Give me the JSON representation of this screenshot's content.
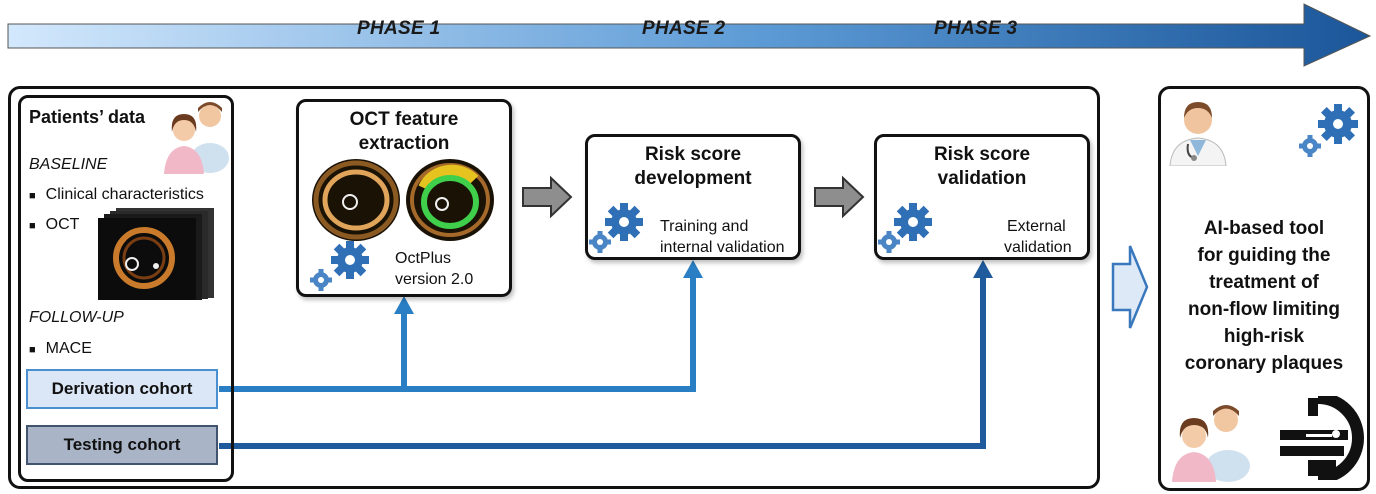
{
  "phases": [
    "PHASE 1",
    "PHASE 2",
    "PHASE 3"
  ],
  "patients": {
    "title": "Patients’ data",
    "baseline_label": "BASELINE",
    "baseline_items": [
      "Clinical characteristics",
      "OCT"
    ],
    "followup_label": "FOLLOW-UP",
    "followup_items": [
      "MACE"
    ]
  },
  "cohorts": {
    "derivation": "Derivation cohort",
    "testing": "Testing cohort"
  },
  "oct_box": {
    "title_line1": "OCT feature",
    "title_line2": "extraction",
    "tool_line1": "OctPlus",
    "tool_line2": "version 2.0"
  },
  "dev_box": {
    "title_line1": "Risk score",
    "title_line2": "development",
    "desc_line1": "Training and",
    "desc_line2": "internal validation"
  },
  "val_box": {
    "title_line1": "Risk score",
    "title_line2": "validation",
    "desc_line1": "External",
    "desc_line2": "validation"
  },
  "ai_tool": {
    "lines": [
      "AI-based tool",
      "for guiding the",
      "treatment of",
      "non-flow limiting",
      "high-risk",
      "coronary plaques"
    ]
  },
  "colors": {
    "derivation_line": "#2a7fc4",
    "testing_line": "#1f5a9c",
    "derivation_fill": "#dbe7f6",
    "testing_fill": "#a9b4c6",
    "timeline_start": "#cfe6fb",
    "timeline_end": "#1d5c9f",
    "gear": "#2f6fb5"
  },
  "icons": [
    "doctor-icon",
    "patients-icon",
    "gear-icon",
    "mri-scanner-icon",
    "oct-image-icon"
  ]
}
